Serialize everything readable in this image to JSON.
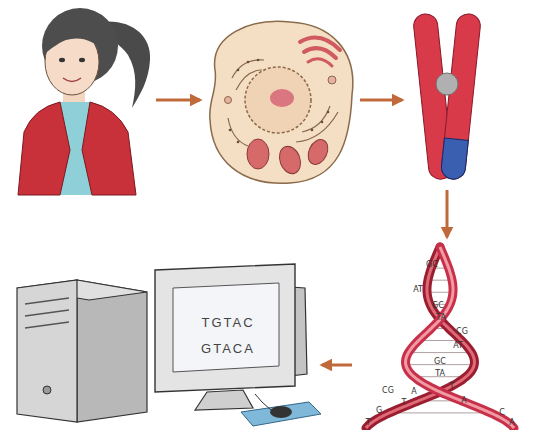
{
  "diagram": {
    "nodes": [
      {
        "text": [
          "GC",
          "AT",
          "GC",
          "TA",
          "CG",
          "AT",
          "GC",
          "TA",
          "CG",
          "T",
          "G",
          "T",
          "A",
          "T",
          "A",
          "C",
          "A"
        ]
      },
      {
        "text": [
          "TGTAC",
          "GTACA"
        ]
      }
    ],
    "edges": [
      {
        "from": 0,
        "to": 1,
        "arrow": "to"
      }
    ]
  }
}
